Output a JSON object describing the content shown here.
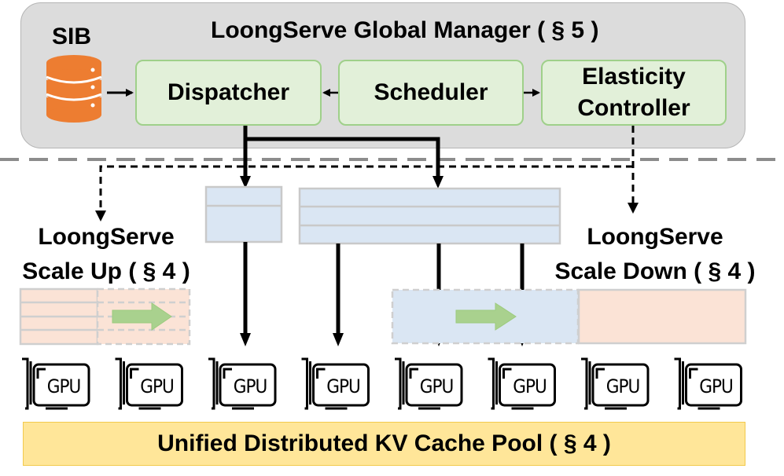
{
  "manager": {
    "title": "LoongServe Global Manager ( § 5 )",
    "sib_label": "SIB",
    "dispatcher_label": "Dispatcher",
    "scheduler_label": "Scheduler",
    "elasticity_label": "Elasticity\nController"
  },
  "scale_up": {
    "line1": "LoongServe",
    "line2": "Scale Up ( § 4 )"
  },
  "scale_down": {
    "line1": "LoongServe",
    "line2": "Scale Down ( § 4 )"
  },
  "gpus": [
    {
      "label": "GPU"
    },
    {
      "label": "GPU"
    },
    {
      "label": "GPU"
    },
    {
      "label": "GPU"
    },
    {
      "label": "GPU"
    },
    {
      "label": "GPU"
    },
    {
      "label": "GPU"
    },
    {
      "label": "GPU"
    }
  ],
  "pool": {
    "label": "Unified Distributed KV Cache Pool ( § 4 )"
  },
  "colors": {
    "manager_bg": "#dcdcdc",
    "module_fill": "#e2f0d9",
    "module_border": "#9fd08a",
    "database": "#ed7d31",
    "request_fill": "#dae6f3",
    "kv_fill": "#fbe3d6",
    "pool_fill": "#ffe699",
    "migrate_arrow": "#a9d18e"
  },
  "icons": [
    "database-icon",
    "gpu-icon",
    "migrate-arrow-icon"
  ]
}
